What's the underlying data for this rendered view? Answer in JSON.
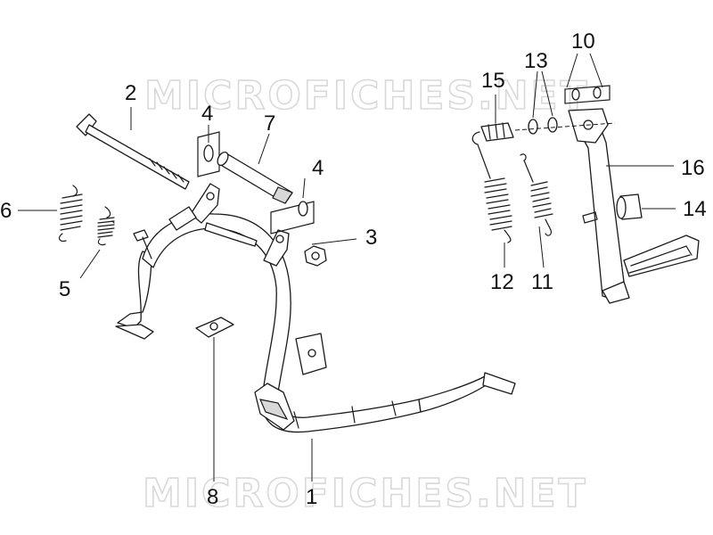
{
  "watermark": "MICROFICHES.NET",
  "callouts": [
    "1",
    "2",
    "3",
    "4",
    "4",
    "5",
    "6",
    "7",
    "8",
    "10",
    "11",
    "12",
    "13",
    "14",
    "15",
    "16"
  ]
}
